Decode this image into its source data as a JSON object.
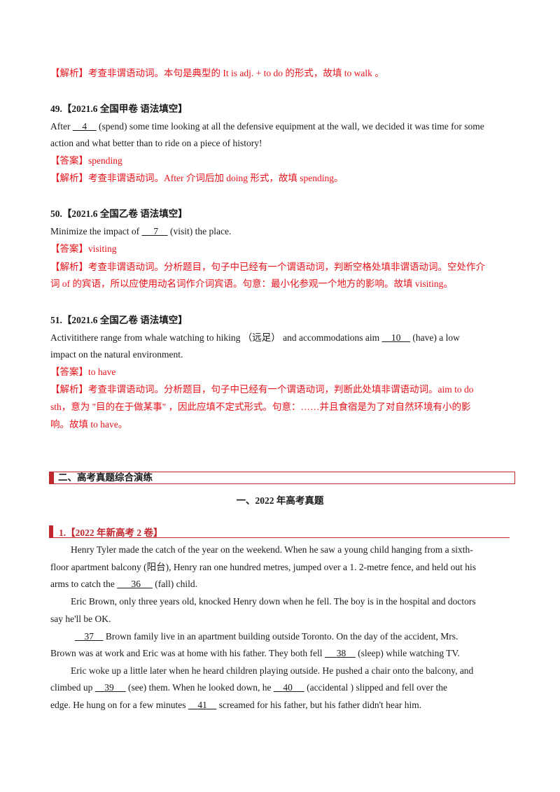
{
  "items": {
    "a48_analysis": "【解析】考查非谓语动词。本句是典型的 It is adj. + to do 的形式，故填  to walk  。",
    "q49_title": "49.【2021.6 全国甲卷  语法填空】",
    "q49_line1_pre": "After ",
    "q49_blank": "4",
    "q49_line1_post": " (spend) some time looking at all the defensive equipment at the wall, we decided it was time for some",
    "q49_line2": "action and what better  than to ride on a piece of history!",
    "q49_answer": "【答案】spending",
    "q49_analysis": "【解析】考查非谓语动词。After  介词后加 doing 形式，故填 spending。",
    "q50_title": "50.【2021.6 全国乙卷  语法填空】",
    "q50_line1_pre": "Minimize the impact of ",
    "q50_blank": "7",
    "q50_line1_post": " (visit) the place.",
    "q50_answer": "【答案】visiting",
    "q50_analysis_1": "【解析】考查非谓语动词。分析题目，句子中已经有一个谓语动词，判断空格处填非谓语动词。空处作介",
    "q50_analysis_2": "词 of 的宾语，所以应使用动名词作介词宾语。句意：最小化参观一个地方的影响。故填 visiting。",
    "q51_title": "51.【2021.6 全国乙卷  语法填空】",
    "q51_line1_pre": "Activitithere range from whale watching to hiking  （远足）  and accommodations aim ",
    "q51_blank": "10",
    "q51_line1_post": " (have) a low",
    "q51_line2": "impact on the natural environment.",
    "q51_answer": "【答案】to have",
    "q51_analysis_1": "【解析】考查非谓语动词。分析题目，句子中已经有一个谓语动词，判断此处填非谓语动词。aim to do",
    "q51_analysis_2": "sth，意为 \"目的在于做某事\" ，因此应填不定式形式。句意：……并且食宿是为了对自然环境有小的影",
    "q51_analysis_3": "响。故填 to have。"
  },
  "section": {
    "title": "二、高考真题综合演练",
    "subtitle": "一、2022 年高考真题",
    "q1_head": "1.【2022 年新高考 2 卷】"
  },
  "passage": {
    "p1_l1": "Henry Tyler made the catch of the year on the weekend. When he saw a young child hanging from a sixth-",
    "p1_l2": "floor apartment balcony (阳台), Henry ran one hundred metres, jumped over a 1. 2-metre fence, and held out his",
    "p1_l3_pre": "arms to catch the ",
    "b36": "36",
    "p1_l3_post": " (fall)  child.",
    "p2_l1": "Eric Brown, only three years old, knocked Henry down when he fell. The boy is in the hospital and doctors",
    "p2_l2": "say he'll be OK.",
    "b37": "37",
    "p3_l1_post": " Brown family live in an apartment building outside Toronto. On the day of the accident, Mrs.",
    "p3_l2_pre": "Brown was at work and Eric was at home with his father. They both fell ",
    "b38": "38",
    "p3_l2_post": " (sleep) while watching TV.",
    "p4_l1": "Eric woke up a little later when he heard children playing outside. He pushed a chair onto the balcony, and",
    "p4_l2_pre": "climbed up ",
    "b39": "39",
    "p4_l2_mid": " (see) them. When he looked down, he ",
    "b40": "40",
    "p4_l2_post": " (accidental ) slipped and fell over the",
    "p4_l3_pre": "edge. He hung on for a few minutes ",
    "b41": "41",
    "p4_l3_post": " screamed for his father, but his father didn't hear him."
  }
}
